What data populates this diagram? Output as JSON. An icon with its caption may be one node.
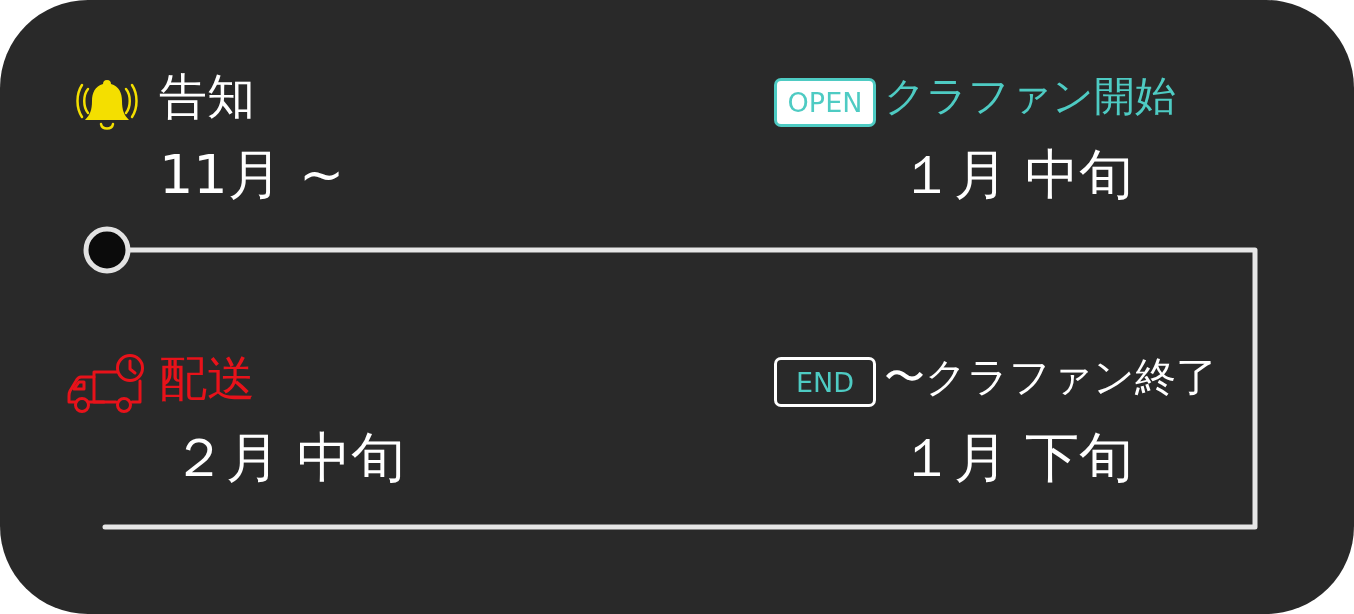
{
  "diagram": {
    "nodes": [
      {
        "text": [
          "OPEN"
        ]
      },
      {
        "text": [
          "END"
        ]
      }
    ],
    "labels": [
      "告知",
      "クラファン開始",
      "11月 ~",
      "１月 中旬",
      "配送",
      "〜クラファン終了",
      "２月 中旬",
      "１月 下旬"
    ]
  }
}
